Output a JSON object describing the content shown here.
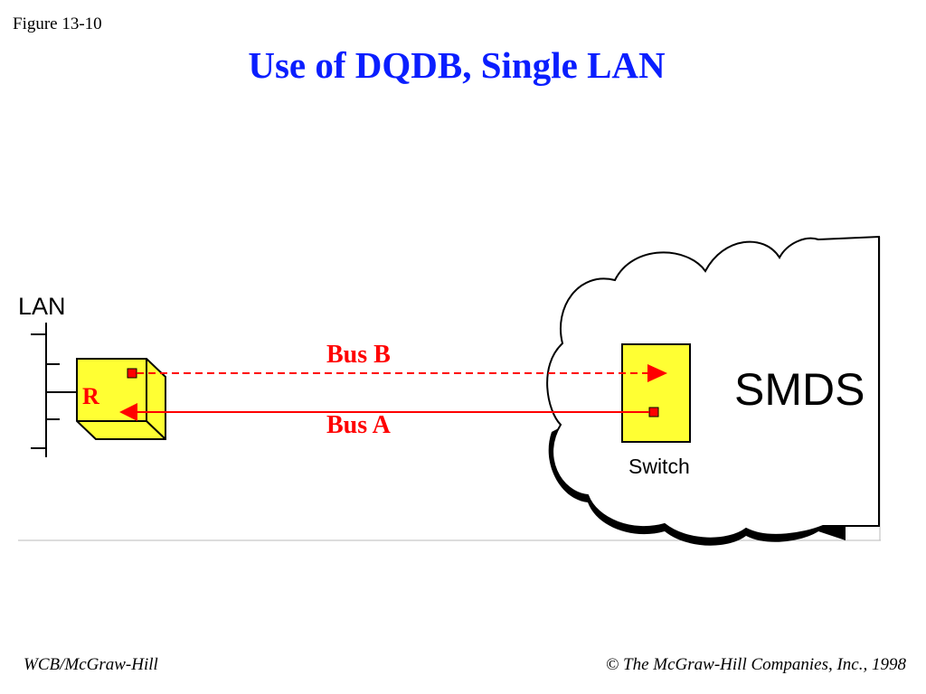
{
  "header": {
    "figure_number": "Figure 13-10",
    "title": "Use of DQDB, Single LAN"
  },
  "diagram": {
    "lan_label": "LAN",
    "router_label": "R",
    "bus_b_label": "Bus B",
    "bus_a_label": "Bus A",
    "switch_label": "Switch",
    "network_label": "SMDS"
  },
  "colors": {
    "title": "#0a1eff",
    "bus": "#ff0000",
    "box_fill": "#ffff33",
    "box_stroke": "#000000"
  },
  "footer": {
    "publisher": "WCB/McGraw-Hill",
    "copyright_symbol": "©",
    "copyright_text": "The McGraw-Hill Companies, Inc., 1998"
  }
}
